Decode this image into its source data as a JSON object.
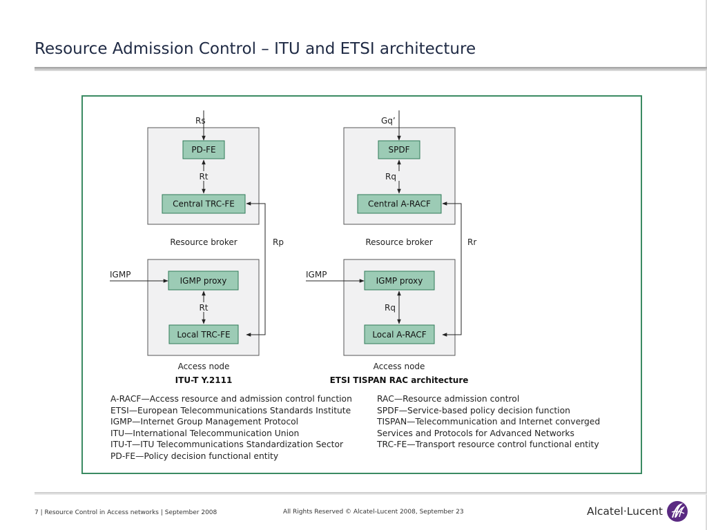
{
  "slide": {
    "title": "Resource Admission Control – ITU and ETSI architecture"
  },
  "diagram": {
    "itu": {
      "top_input": "Rs",
      "top_box": "PD-FE",
      "upper_link": "Rt",
      "central_box": "Central TRC-FE",
      "upper_group_label": "Resource broker",
      "side_link": "Rp",
      "left_input": "IGMP",
      "proxy_box": "IGMP proxy",
      "lower_link": "Rt",
      "local_box": "Local TRC-FE",
      "lower_group_label": "Access node",
      "caption": "ITU-T Y.2111"
    },
    "etsi": {
      "top_input": "Gq’",
      "top_box": "SPDF",
      "upper_link": "Rq",
      "central_box": "Central A-RACF",
      "upper_group_label": "Resource broker",
      "side_link": "Rr",
      "left_input": "IGMP",
      "proxy_box": "IGMP proxy",
      "lower_link": "Rq",
      "local_box": "Local A-RACF",
      "lower_group_label": "Access node",
      "caption": "ETSI TISPAN RAC architecture"
    },
    "glossary_left": [
      "A-RACF—Access resource and admission control function",
      "ETSI—European Telecommunications Standards Institute",
      "IGMP—Internet Group Management Protocol",
      "ITU—International Telecommunication Union",
      "ITU-T—ITU Telecommunications Standardization Sector",
      "PD-FE—Policy decision functional entity"
    ],
    "glossary_right": [
      "RAC—Resource admission control",
      "SPDF—Service-based policy decision function",
      "TISPAN—Telecommunication and Internet converged",
      "Services and Protocols for Advanced Networks",
      "TRC-FE—Transport resource control functional entity"
    ],
    "colors": {
      "frame": "#3a8a62",
      "group_fill": "#f1f1f2",
      "box_fill": "#9ccbb5",
      "box_border": "#2f7a58"
    }
  },
  "footer": {
    "left": "7 | Resource Control in Access networks | September 2008",
    "center": "All Rights Reserved © Alcatel-Lucent 2008, September 23",
    "logo_text": "Alcatel·Lucent",
    "logo_icon": "alcatel-lucent-swirl-icon"
  }
}
